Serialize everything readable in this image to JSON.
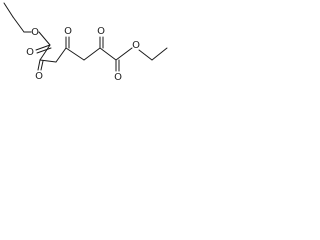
{
  "structure": {
    "atoms": [
      {
        "id": "o-ester-left",
        "label": "O"
      },
      {
        "id": "o-carbonyl-ester-left",
        "label": "O"
      },
      {
        "id": "o-ketone-1",
        "label": "O"
      },
      {
        "id": "o-ketone-2",
        "label": "O"
      },
      {
        "id": "o-ketone-3",
        "label": "O"
      },
      {
        "id": "o-carbonyl-ester-right",
        "label": "O"
      },
      {
        "id": "o-ester-right",
        "label": "O"
      }
    ]
  }
}
